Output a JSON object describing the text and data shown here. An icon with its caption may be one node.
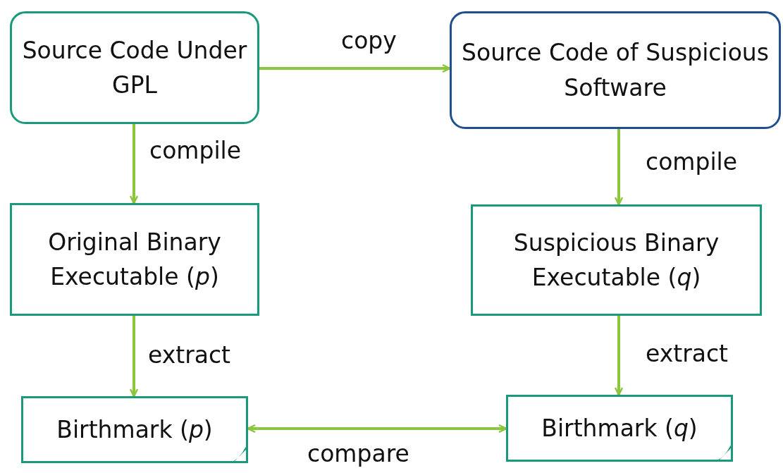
{
  "diagram": {
    "nodes": [
      {
        "text": [
          "Source Code Under GPL"
        ]
      },
      {
        "text": [
          "Source Code of Suspicious Software"
        ]
      },
      {
        "text": [
          "Original Binary Executable (*p*)"
        ]
      },
      {
        "text": [
          "Suspicious Binary Executable (*q*)"
        ]
      },
      {
        "text": [
          "Birthmark (*p*)"
        ]
      },
      {
        "text": [
          "Birthmark (*q*)"
        ]
      }
    ],
    "edges": [
      {
        "from": 0,
        "to": 1,
        "arrow": "to",
        "label": "copy"
      },
      {
        "from": 0,
        "to": 2,
        "arrow": "to",
        "label": "compile"
      },
      {
        "from": 1,
        "to": 3,
        "arrow": "to",
        "label": "compile"
      },
      {
        "from": 2,
        "to": 4,
        "arrow": "to",
        "label": "extract"
      },
      {
        "from": 3,
        "to": 5,
        "arrow": "to",
        "label": "extract"
      },
      {
        "from": 4,
        "to": 5,
        "arrow": "both",
        "label": "compare"
      }
    ]
  }
}
